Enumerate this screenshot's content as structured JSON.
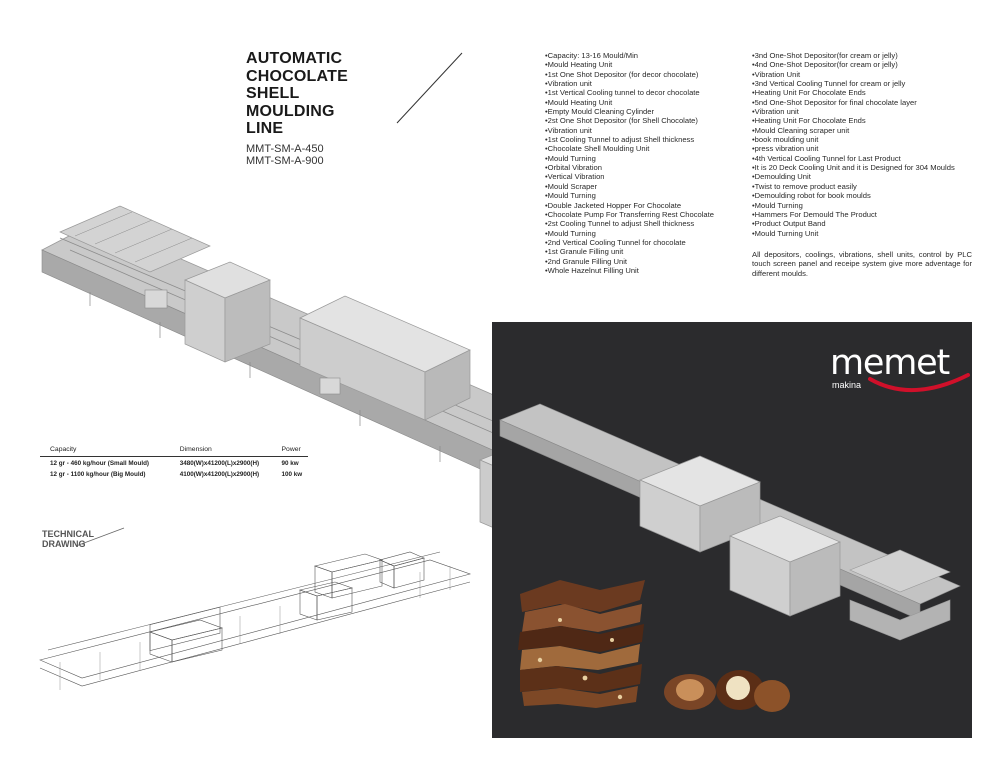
{
  "title_lines": [
    "AUTOMATIC",
    "CHOCOLATE",
    "SHELL",
    "MOULDING",
    "LINE"
  ],
  "models": [
    "MMT-SM-A-450",
    "MMT-SM-A-900"
  ],
  "features_col1": [
    "Capacity: 13-16 Mould/Min",
    "Mould Heating Unit",
    "1st One Shot Depositor (for decor chocolate)",
    "Vibration unit",
    "1st Vertical Cooling tunnel to decor chocolate",
    "Mould Heating Unit",
    "Empty Mould Cleaning Cylinder",
    "2st One Shot Depositor (for Shell Chocolate)",
    "Vibration unit",
    "1st Cooling Tunnel to adjust Shell thickness",
    "Chocolate Shell Moulding Unit",
    "Mould Turning",
    "Orbital Vibration",
    "Vertical Vibration",
    "Mould Scraper",
    "Mould Turning",
    "Double Jacketed Hopper For Chocolate",
    "Chocolate Pump For Transferring Rest Chocolate",
    "2st Cooling Tunnel to adjust Shell thickness",
    "Mould Turning",
    "2nd Vertical Cooling Tunnel for chocolate",
    "1st Granule Filling unit",
    "2nd Granule Filling Unit",
    "Whole Hazelnut Filling Unit"
  ],
  "features_col2": [
    "3nd One-Shot Depositor(for cream or jelly)",
    "4nd One-Shot Depositor(for cream or jelly)",
    "Vibration Unit",
    "3nd Vertical Cooling Tunnel for cream or jelly",
    "Heating Unit For Chocolate Ends",
    "5nd One-Shot Depositor for final chocolate layer",
    "Vibration unit",
    "Heating Unit For Chocolate Ends",
    "Mould Cleaning scraper unit",
    "book moulding unit",
    "press vibration unit",
    "4th Vertical Cooling Tunnel for Last Product",
    "It is 20 Deck Cooling Unit and it is Designed for 304 Moulds",
    "Demoulding Unit",
    "Twist to remove product easily",
    "Demoulding robot for book moulds",
    "Mould Turning",
    "Hammers For Demould The Product",
    "Product Output Band",
    "Mould Turning Unit"
  ],
  "note": "All depositors, coolings, vibrations, shell units, control by PLC touch screen panel and receipe system give more adventage for different moulds.",
  "specs": {
    "headers": [
      "Capacity",
      "Dimension",
      "Power"
    ],
    "rows": [
      [
        "12 gr - 460 kg/hour (Small Mould)",
        "3480(W)x41200(L)x2900(H)",
        "90 kw"
      ],
      [
        "12 gr - 1100 kg/hour (Big Mould)",
        "4100(W)x41200(L)x2900(H)",
        "100 kw"
      ]
    ]
  },
  "technical_drawing_label": [
    "TECHNICAL",
    "DRAWING"
  ],
  "brand": {
    "name": "memet",
    "sub": "makina"
  },
  "colors": {
    "dark_panel": "#2b2b2d",
    "brand_accent": "#d0102a",
    "machine_gray": "#c6c6c6"
  }
}
